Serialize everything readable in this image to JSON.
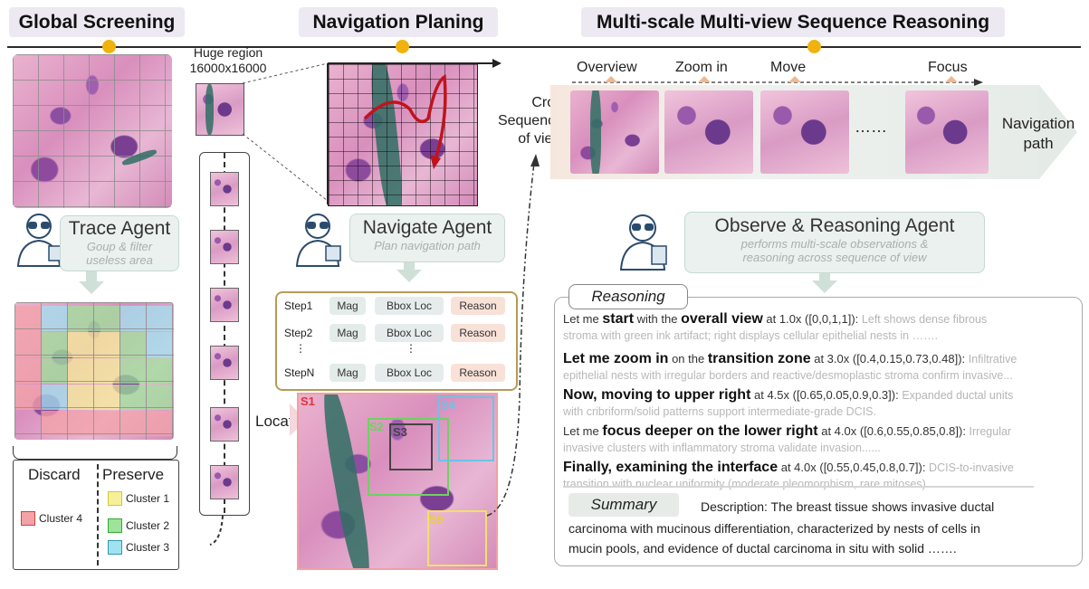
{
  "headers": {
    "global_screening": "Global Screening",
    "navigation_planing": "Navigation Planing",
    "multiscale": "Multi-scale Multi-view Sequence Reasoning"
  },
  "huge_region": {
    "line1": "Huge region",
    "line2": "16000x16000"
  },
  "trace_agent": {
    "title": "Trace ",
    "title_bold": "Agent",
    "sub1": "Goup & filter",
    "sub2": "useless area"
  },
  "navigate_agent": {
    "title": "Navigate ",
    "title_bold": "Agent",
    "sub": "Plan navigation path"
  },
  "observe_agent": {
    "title": "Observe & Reasoning ",
    "title_bold": "Agent",
    "sub1": "performs multi-scale observations &",
    "sub2": "reasoning across sequence of view"
  },
  "legend": {
    "discard": "Discard",
    "preserve": "Preserve",
    "cluster4": "Cluster 4",
    "cluster1": "Cluster 1",
    "cluster2": "Cluster 2",
    "cluster3": "Cluster 3",
    "colors": {
      "cluster1": "#f7ef9a",
      "cluster2": "#9ee39b",
      "cluster3": "#9fe3f0",
      "cluster4": "#f3a3a8"
    }
  },
  "steps": [
    {
      "label": "Step1",
      "mag": "Mag",
      "bbox": "Bbox Loc",
      "reason": "Reason"
    },
    {
      "label": "Step2",
      "mag": "Mag",
      "bbox": "Bbox Loc",
      "reason": "Reason"
    },
    {
      "label": "StepN",
      "mag": "Mag",
      "bbox": "Bbox Loc",
      "reason": "Reason"
    }
  ],
  "vdots": "⋮",
  "locate": "Locate",
  "regions": {
    "s1": "S1",
    "s2": "S2",
    "s3": "S3",
    "s4": "S4",
    "s5": "S5"
  },
  "crop_sequence": {
    "line1": "Crop",
    "line2": "Sequence",
    "line3": "of view"
  },
  "sequence_labels": {
    "overview": "Overview",
    "zoom_in": "Zoom in",
    "move": "Move",
    "focus": "Focus"
  },
  "ellipsis": "……",
  "navigation_path": {
    "line1": "Navigation",
    "line2": "path"
  },
  "reasoning_title": "Reasoning",
  "reasoning": [
    {
      "a": "Let me ",
      "b": "start",
      "c": " with the ",
      "d": "overall view",
      "e": " at 1.0x ([0,0,1,1]): ",
      "f": "Left shows dense fibrous",
      "g": "stroma with green ink artifact; right displays cellular epithelial nests in ……."
    },
    {
      "a": "",
      "b": "Let me zoom in",
      "c": " on the ",
      "d": "transition zone",
      "e": " at 3.0x ([0.4,0.15,0.73,0.48]): ",
      "f": "Infiltrative",
      "g": "epithelial nests with irregular borders and reactive/desmoplastic stroma confirm invasive..."
    },
    {
      "a": "",
      "b": "Now, moving to upper right",
      "c": "",
      "d": "",
      "e": " at 4.5x ([0.65,0.05,0.9,0.3]): ",
      "f": "Expanded ductal units",
      "g": "with cribriform/solid patterns support intermediate-grade DCIS."
    },
    {
      "a": "Let me ",
      "b": "focus deeper on the lower right",
      "c": "",
      "d": "",
      "e": " at 4.0x ([0.6,0.55,0.85,0.8]): ",
      "f": "Irregular",
      "g": "invasive clusters with inflammatory stroma validate invasion......"
    },
    {
      "a": "",
      "b": "Finally, examining the interface",
      "c": "",
      "d": "",
      "e": " at 4.0x ([0.55,0.45,0.8,0.7]): ",
      "f": "DCIS-to-invasive",
      "g": "transition with nuclear uniformity (moderate pleomorphism, rare mitoses)........"
    }
  ],
  "summary": {
    "title": "Summary",
    "line1": "Description: The breast tissue shows invasive ductal",
    "line2": "carcinoma with mucinous differentiation, characterized by nests of cells in",
    "line3": "mucin pools, and evidence of ductal carcinoma in situ with solid ……."
  }
}
